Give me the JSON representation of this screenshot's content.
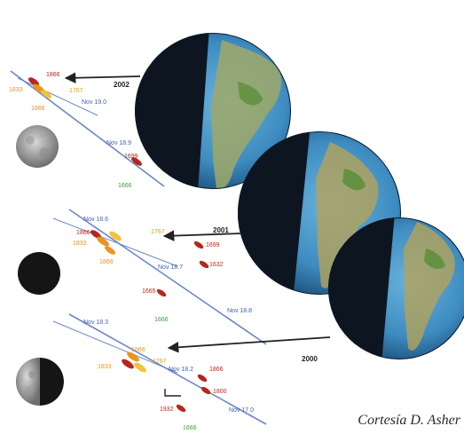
{
  "credit": "Cortesía D. Asher",
  "colors": {
    "trail_line": "#6d86c4",
    "trail_label": "#3e5fb0",
    "dust_red": "#b5271c",
    "dust_orange": "#ec9420",
    "dust_yellow": "#f2c43c",
    "dust_green": "#3f9a3f",
    "arrow": "#222222",
    "ocean": "#3d8bc0",
    "land": "#b4a35a",
    "night": "#0d1620"
  },
  "panels": [
    {
      "year": "2002",
      "moon_phase": "full-moon",
      "trail_labels": [
        "Nov 19.0",
        "Nov 18.9"
      ],
      "dust_labels": [
        {
          "text": "1866",
          "tone": "red"
        },
        {
          "text": "1833",
          "tone": "orange"
        },
        {
          "text": "1767",
          "tone": "yellow"
        },
        {
          "text": "1866",
          "tone": "orange"
        },
        {
          "text": "1699",
          "tone": "red"
        },
        {
          "text": "1666",
          "tone": "green"
        }
      ]
    },
    {
      "year": "2001",
      "moon_phase": "new-moon",
      "trail_labels": [
        "Nov 18.6",
        "Nov 18.7",
        "Nov 18.8"
      ],
      "dust_labels": [
        {
          "text": "1866",
          "tone": "red"
        },
        {
          "text": "1833",
          "tone": "orange"
        },
        {
          "text": "1767",
          "tone": "yellow"
        },
        {
          "text": "1866",
          "tone": "orange"
        },
        {
          "text": "1699",
          "tone": "red"
        },
        {
          "text": "1632",
          "tone": "red"
        },
        {
          "text": "1665",
          "tone": "red"
        },
        {
          "text": "1666",
          "tone": "green"
        }
      ]
    },
    {
      "year": "2000",
      "moon_phase": "quarter-moon",
      "trail_labels": [
        "Nov 18.3",
        "Nov 18.2",
        "Nov 17.0"
      ],
      "dust_labels": [
        {
          "text": "1866",
          "tone": "orange"
        },
        {
          "text": "1833",
          "tone": "orange"
        },
        {
          "text": "1767",
          "tone": "yellow"
        },
        {
          "text": "1866",
          "tone": "red"
        },
        {
          "text": "1800",
          "tone": "red"
        },
        {
          "text": "1932",
          "tone": "red"
        },
        {
          "text": "1666",
          "tone": "green"
        }
      ]
    }
  ]
}
